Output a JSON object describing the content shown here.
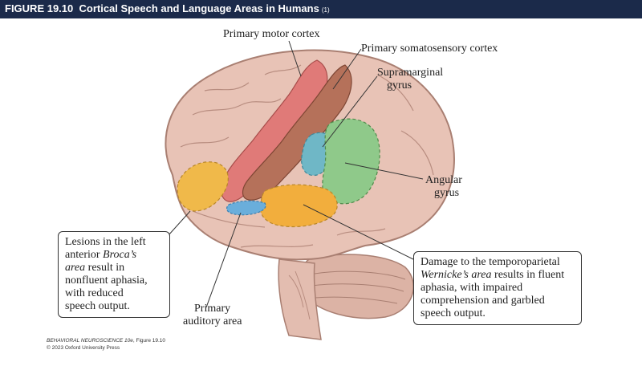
{
  "header": {
    "figure_number": "FIGURE 19.10",
    "title": "Cortical Speech and Language Areas in Humans",
    "marker": "(1)"
  },
  "labels": {
    "primary_motor": "Primary motor cortex",
    "primary_somatosensory": "Primary somatosensory cortex",
    "supramarginal_1": "Supramarginal",
    "supramarginal_2": "gyrus",
    "angular_1": "Angular",
    "angular_2": "gyrus",
    "auditory_1": "Primary",
    "auditory_2": "auditory area"
  },
  "broca_box": {
    "line1": "Lesions in the left",
    "line2_pre": "anterior ",
    "line2_em": "Broca’s",
    "line3_em": "area",
    "line3_post": " result in",
    "line4": "nonfluent aphasia,",
    "line5": "with reduced",
    "line6": "speech output."
  },
  "wernicke_box": {
    "line1": "Damage to the temporoparietal",
    "line2_em": "Wernicke’s area",
    "line2_post": " results in fluent",
    "line3": "aphasia, with impaired",
    "line4": "comprehension and garbled",
    "line5": "speech output."
  },
  "credit": {
    "line1_em": "BEHAVIORAL NEUROSCIENCE 10e",
    "line1_post": ", Figure 19.10",
    "line2": "© 2023 Oxford University Press"
  },
  "colors": {
    "header_bg": "#1b2a4a",
    "brain": "#e8c3b6",
    "motor": "#e07a78",
    "somatosensory": "#b5715a",
    "broca": "#f0b94a",
    "wernicke": "#f2ae3d",
    "supramarginal": "#6fb7c6",
    "angular": "#8fc98a",
    "auditory": "#6aaedb"
  }
}
